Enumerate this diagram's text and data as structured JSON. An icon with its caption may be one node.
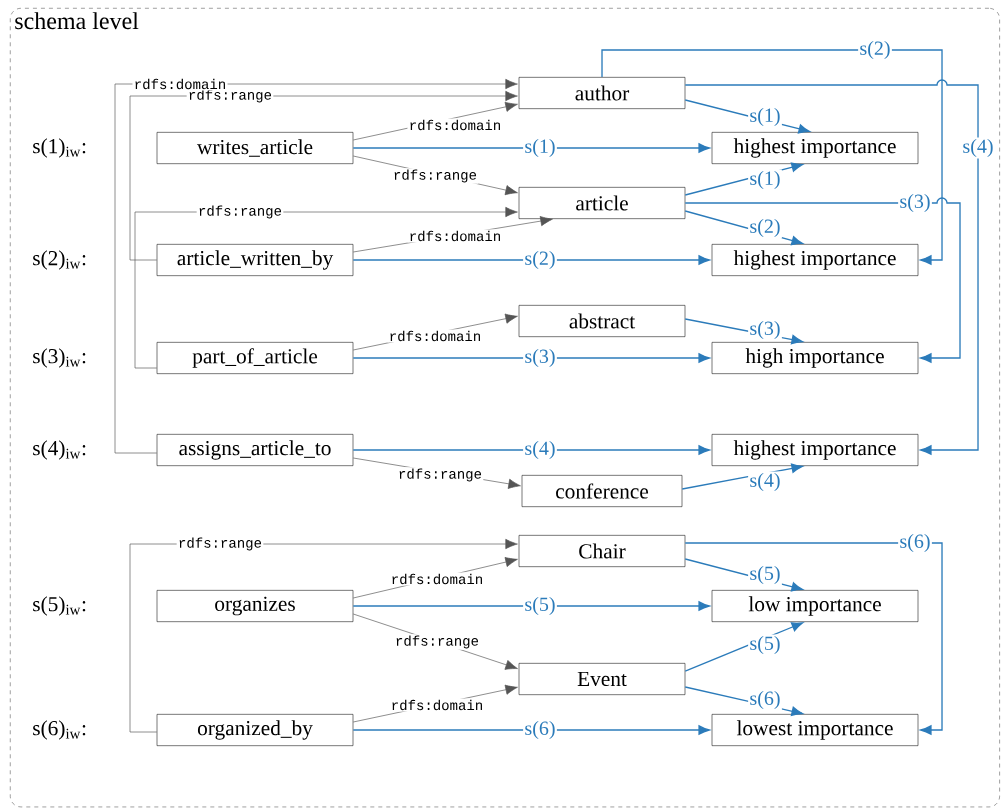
{
  "diagram": {
    "nodes": [
      {
        "text": [
          "schema level"
        ]
      },
      {
        "text": [
          "writes_article"
        ],
        "in": 0
      },
      {
        "text": [
          "article_written_by"
        ],
        "in": 0
      },
      {
        "text": [
          "part_of_article"
        ],
        "in": 0
      },
      {
        "text": [
          "assigns_article_to"
        ],
        "in": 0
      },
      {
        "text": [
          "organizes"
        ],
        "in": 0
      },
      {
        "text": [
          "organized_by"
        ],
        "in": 0
      },
      {
        "text": [
          "author"
        ],
        "in": 0
      },
      {
        "text": [
          "article"
        ],
        "in": 0
      },
      {
        "text": [
          "abstract"
        ],
        "in": 0
      },
      {
        "text": [
          "conference"
        ],
        "in": 0
      },
      {
        "text": [
          "Chair"
        ],
        "in": 0
      },
      {
        "text": [
          "Event"
        ],
        "in": 0
      },
      {
        "text": [
          "highest importance"
        ],
        "in": 0
      },
      {
        "text": [
          "highest importance"
        ],
        "in": 0
      },
      {
        "text": [
          "high importance"
        ],
        "in": 0
      },
      {
        "text": [
          "highest importance"
        ],
        "in": 0
      },
      {
        "text": [
          "low importance"
        ],
        "in": 0
      },
      {
        "text": [
          "lowest importance"
        ],
        "in": 0
      }
    ],
    "edges": [
      {
        "from": 1,
        "to": 7,
        "arrow": "to",
        "label": "rdfs:domain",
        "color": "#555555"
      },
      {
        "from": 1,
        "to": 8,
        "arrow": "to",
        "label": "rdfs:range",
        "color": "#555555"
      },
      {
        "from": 2,
        "to": 8,
        "arrow": "to",
        "label": "rdfs:domain",
        "color": "#555555"
      },
      {
        "from": 2,
        "to": 7,
        "arrow": "to",
        "label": "rdfs:range",
        "color": "#555555"
      },
      {
        "from": 3,
        "to": 9,
        "arrow": "to",
        "label": "rdfs:domain",
        "color": "#555555"
      },
      {
        "from": 3,
        "to": 8,
        "arrow": "to",
        "label": "rdfs:range",
        "color": "#555555"
      },
      {
        "from": 4,
        "to": 7,
        "arrow": "to",
        "label": "rdfs:domain",
        "color": "#555555"
      },
      {
        "from": 4,
        "to": 10,
        "arrow": "to",
        "label": "rdfs:range",
        "color": "#555555"
      },
      {
        "from": 5,
        "to": 11,
        "arrow": "to",
        "label": "rdfs:domain",
        "color": "#555555"
      },
      {
        "from": 5,
        "to": 12,
        "arrow": "to",
        "label": "rdfs:range",
        "color": "#555555"
      },
      {
        "from": 6,
        "to": 12,
        "arrow": "to",
        "label": "rdfs:domain",
        "color": "#555555"
      },
      {
        "from": 6,
        "to": 11,
        "arrow": "to",
        "label": "rdfs:range",
        "color": "#555555"
      },
      {
        "from": 1,
        "to": 13,
        "arrow": "to",
        "label": "s(1)"
      },
      {
        "from": 7,
        "to": 13,
        "arrow": "to",
        "label": "s(1)"
      },
      {
        "from": 8,
        "to": 13,
        "arrow": "to",
        "label": "s(1)"
      },
      {
        "from": 2,
        "to": 14,
        "arrow": "to",
        "label": "s(2)"
      },
      {
        "from": 8,
        "to": 14,
        "arrow": "to",
        "label": "s(2)"
      },
      {
        "from": 7,
        "to": 14,
        "arrow": "to",
        "label": "s(2)"
      },
      {
        "from": 3,
        "to": 15,
        "arrow": "to",
        "label": "s(3)"
      },
      {
        "from": 9,
        "to": 15,
        "arrow": "to",
        "label": "s(3)"
      },
      {
        "from": 8,
        "to": 15,
        "arrow": "to",
        "label": "s(3)"
      },
      {
        "from": 4,
        "to": 16,
        "arrow": "to",
        "label": "s(4)"
      },
      {
        "from": 10,
        "to": 16,
        "arrow": "to",
        "label": "s(4)"
      },
      {
        "from": 7,
        "to": 16,
        "arrow": "to",
        "label": "s(4)"
      },
      {
        "from": 5,
        "to": 17,
        "arrow": "to",
        "label": "s(5)"
      },
      {
        "from": 11,
        "to": 17,
        "arrow": "to",
        "label": "s(5)"
      },
      {
        "from": 12,
        "to": 17,
        "arrow": "to",
        "label": "s(5)"
      },
      {
        "from": 6,
        "to": 18,
        "arrow": "to",
        "label": "s(6)"
      },
      {
        "from": 12,
        "to": 18,
        "arrow": "to",
        "label": "s(6)"
      },
      {
        "from": 11,
        "to": 18,
        "arrow": "to",
        "label": "s(6)"
      }
    ],
    "labels": [
      "s(1)$_{iw}$:",
      "s(2)$_{iw}$:",
      "s(3)$_{iw}$:",
      "s(4)$_{iw}$:",
      "s(5)$_{iw}$:",
      "s(6)$_{iw}$:"
    ]
  }
}
